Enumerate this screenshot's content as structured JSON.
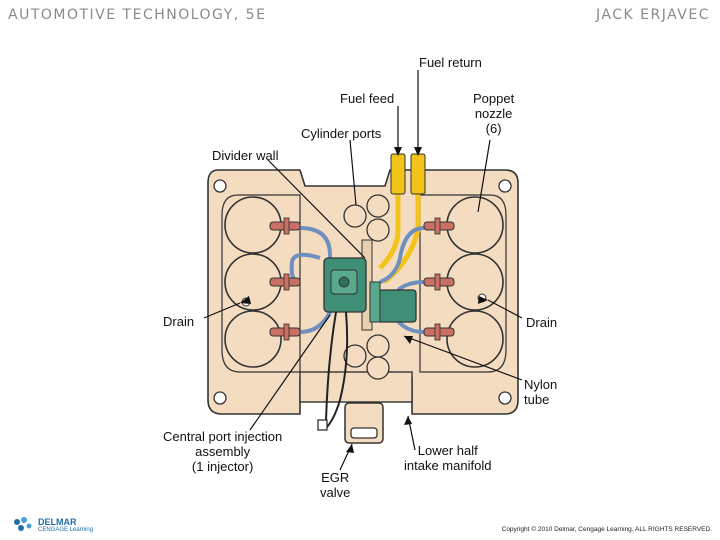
{
  "header": {
    "book_title": "AUTOMOTIVE TECHNOLOGY, 5E",
    "author": "JACK ERJAVEC"
  },
  "labels": {
    "fuel_return": "Fuel return",
    "fuel_feed": "Fuel feed",
    "poppet_nozzle": "Poppet\nnozzle\n(6)",
    "cylinder_ports": "Cylinder ports",
    "divider_wall": "Divider wall",
    "drain_left": "Drain",
    "drain_right": "Drain",
    "nylon_tube": "Nylon\ntube",
    "cpi_assembly": "Central port injection\nassembly\n(1 injector)",
    "lower_half": "Lower half\nintake manifold",
    "egr_valve": "EGR\nvalve"
  },
  "footer": {
    "logo_main": "DELMAR",
    "logo_sub": "CENGAGE Learning",
    "copyright": "Copyright © 2010 Delmar, Cengage Learning. ALL RIGHTS RESERVED."
  },
  "colors": {
    "manifold": "#f3dcc0",
    "outline": "#333333",
    "fuel_line": "#f2c318",
    "injector": "#3f8f77",
    "nozzle": "#c96f64",
    "tube": "#6f8fbf",
    "logo_blue": "#1f6fa8"
  }
}
